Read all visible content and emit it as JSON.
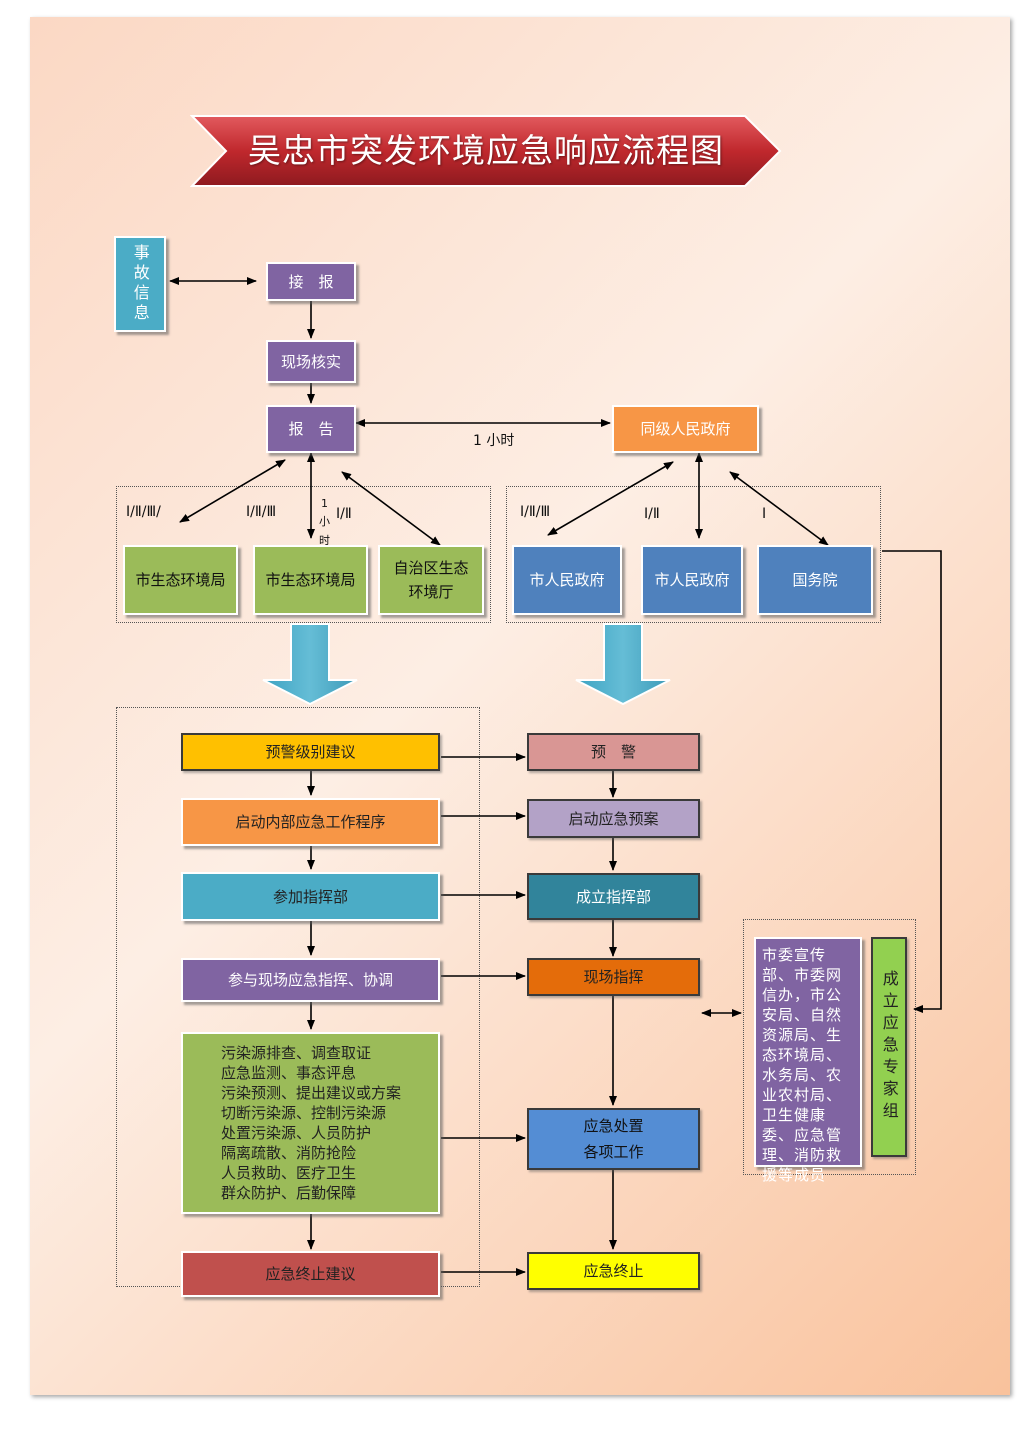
{
  "title": "吴忠市突发环境应急响应流程图",
  "nodes": {
    "accident_info": "事故信息",
    "receive": "接　报",
    "verify": "现场核实",
    "report": "报　告",
    "same_level_gov": "同级人民政府",
    "eco_bureau_1": "市生态环境局",
    "eco_bureau_2": "市生态环境局",
    "region_eco": "自治区生态环境厅",
    "city_gov_1": "市人民政府",
    "city_gov_2": "市人民政府",
    "state_council": "国务院",
    "warning_level": "预警级别建议",
    "warning": "预　警",
    "start_internal": "启动内部应急工作程序",
    "start_plan": "启动应急预案",
    "join_command": "参加指挥部",
    "establish_command": "成立指挥部",
    "participate_site": "参与现场应急指挥、协调",
    "site_command": "现场指挥",
    "tasks": [
      "污染源排查、调查取证",
      "应急监测、事态评息",
      "污染预测、提出建议或方案",
      "切断污染源、控制污染源",
      "处置污染源、人员防护",
      "隔离疏散、消防抢险",
      "人员救助、医疗卫生",
      "群众防护、后勤保障"
    ],
    "handle_work_1": "应急处置",
    "handle_work_2": "各项工作",
    "end_suggest": "应急终止建议",
    "end": "应急终止",
    "members": "市委宣传部、市委网信办，市公安局、自然资源局、生态环境局、水务局、农业农村局、卫生健康委、应急管理、消防救援等成员",
    "expert_group": "成立应急专家组"
  },
  "labels": {
    "one_hour": "1 小时",
    "lvl_a": "Ⅰ/Ⅱ/Ⅲ/",
    "lvl_b": "Ⅰ/Ⅱ/Ⅲ",
    "lvl_c_num": "1",
    "lvl_c_1": "小",
    "lvl_c_2": "时",
    "lvl_d": "Ⅰ/Ⅱ",
    "lvl_e": "Ⅰ/Ⅱ/Ⅲ",
    "lvl_f": "Ⅰ/Ⅱ",
    "lvl_g": "Ⅰ"
  },
  "colors": {
    "purple": "#8064a2",
    "orange": "#f79646",
    "green": "#9bbb59",
    "blue": "#4f81bd",
    "yellow": "#ffc000",
    "pink": "#d99694",
    "lavender": "#b3a2c7",
    "cyan": "#4bacc6",
    "teal": "#31849b",
    "dark_orange": "#e46c0a",
    "red": "#c0504d",
    "bright_yellow": "#ffff00",
    "title_red": "#c0282d"
  }
}
